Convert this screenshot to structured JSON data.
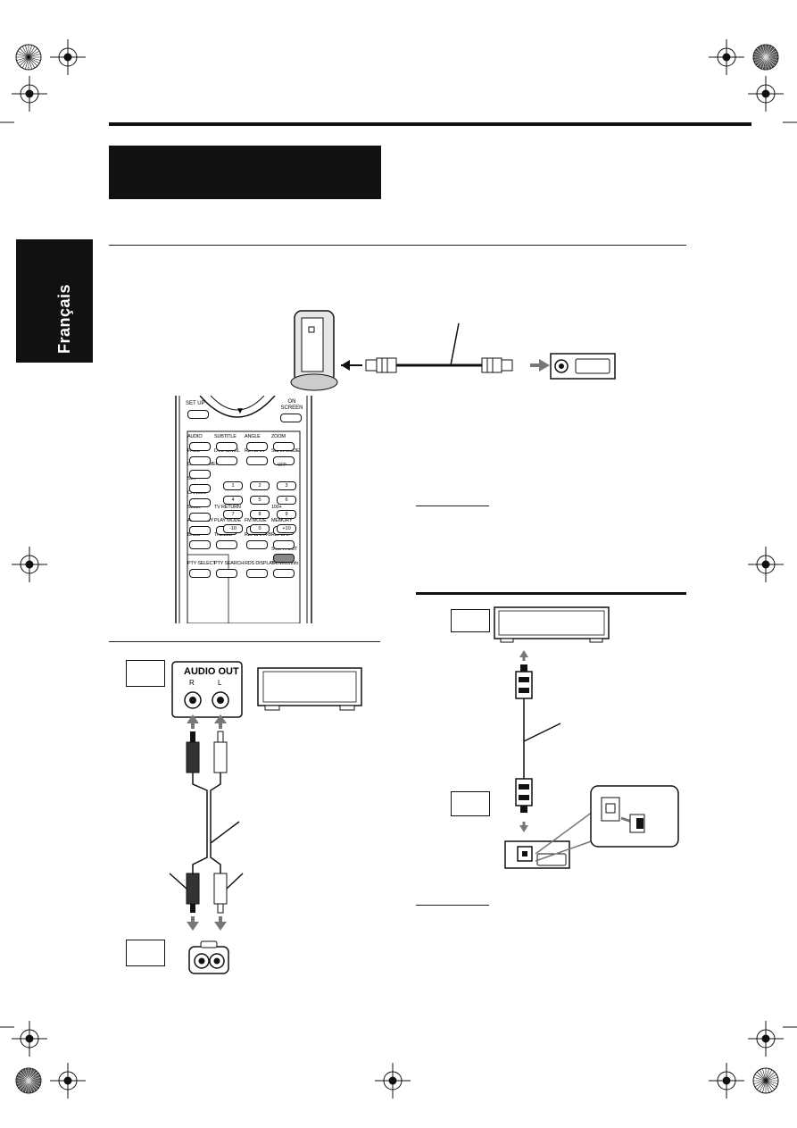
{
  "sidebar": {
    "language_tab": "Français"
  },
  "remote": {
    "top_labels": [
      "SET UP",
      "ON SCREEN"
    ],
    "rows": [
      [
        "AUDIO",
        "SUBTITLE",
        "ANGLE",
        "ZOOM"
      ],
      [
        "PAGE",
        "DVD LEVEL",
        "RETURN",
        "SCAN MODE"
      ],
      [
        "CLOCK/TIMER",
        "",
        "",
        ""
      ],
      [
        "SET",
        "",
        "",
        ""
      ],
      [
        "CANCEL",
        "",
        "",
        ""
      ],
      [
        "SLEEP",
        "TV RETURN",
        "",
        "100+"
      ],
      [
        "A.STANDBY",
        "PLAY MODE",
        "FM MODE",
        "MEMORY"
      ],
      [
        "BASS",
        "TREBLE",
        "REPEAT A-B",
        "REPEAT"
      ],
      [
        "",
        "",
        "",
        "S.WFR OUT"
      ],
      [
        "PTY SELECT",
        "PTY SEARCH",
        "RDS DISPLAY",
        "TA/News/Info"
      ]
    ],
    "keypad": [
      "1",
      "2",
      "3",
      "4",
      "5",
      "6",
      "7",
      "8",
      "9",
      "-10",
      "0",
      "+10"
    ],
    "vfp": "VFP",
    "nav_down": "▼"
  },
  "audio_out": {
    "title": "AUDIO OUT",
    "r": "R",
    "l": "L"
  }
}
